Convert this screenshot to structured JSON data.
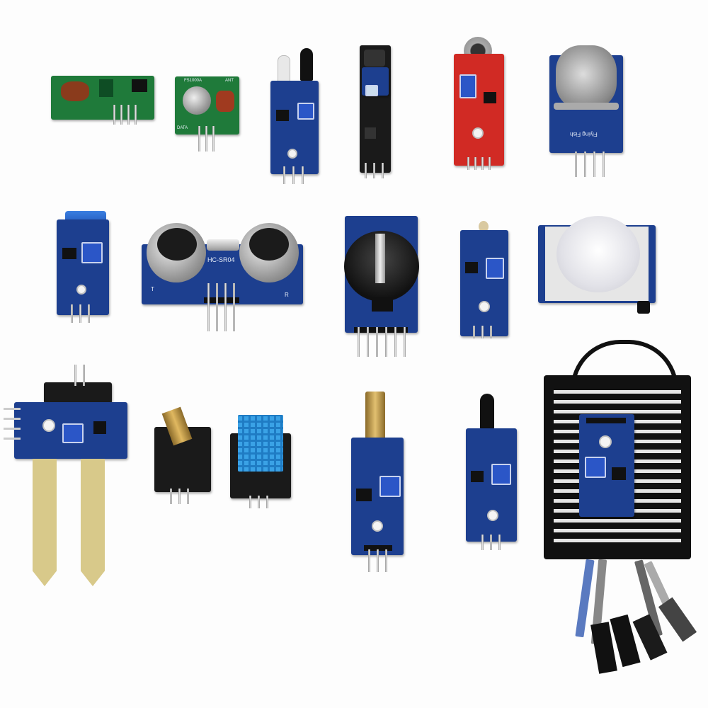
{
  "modules": {
    "rf_transmitter": {
      "chip_label": "FS1000A",
      "antenna_label": "ANT",
      "data_label": "DATA"
    },
    "ultrasonic": {
      "model_label": "HC-SR04",
      "transmit_label": "T",
      "receive_label": "R"
    },
    "gas_sensor": {
      "brand_label": "Flying Fish"
    }
  },
  "colors": {
    "background": "#fdfdfd",
    "pcb_blue": "#1d3f8f",
    "pcb_green": "#1f7a3a",
    "pcb_red": "#d12a24"
  }
}
